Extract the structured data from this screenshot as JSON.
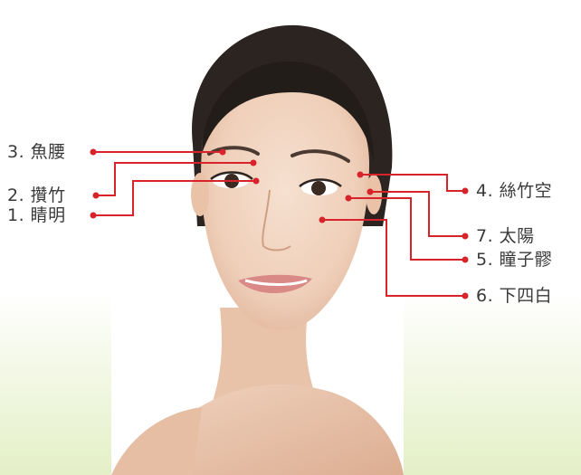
{
  "points": {
    "p1": {
      "label": "1. 睛明"
    },
    "p2": {
      "label": "2. 攢竹"
    },
    "p3": {
      "label": "3. 魚腰"
    },
    "p4": {
      "label": "4. 絲竹空"
    },
    "p5": {
      "label": "5. 瞳子髎"
    },
    "p6": {
      "label": "6. 下四白"
    },
    "p7": {
      "label": "7. 太陽"
    }
  },
  "colors": {
    "line": "#d9232a",
    "skin": "#f1d3bf",
    "hair": "#2b2420",
    "background_green": "#e4f0c7"
  }
}
